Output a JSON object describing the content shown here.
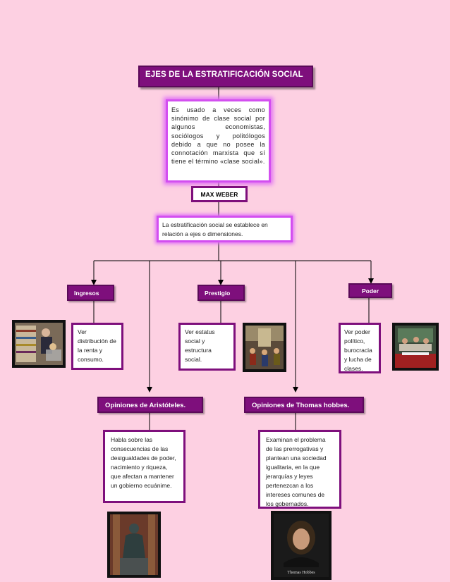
{
  "title": "EJES DE LA ESTRATIFICACIÓN SOCIAL",
  "description": "Es usado a veces como sinónimo de clase social por algunos economistas, sociólogos y politólogos debido a que no posee la connotación marxista que sí tiene el término «clase social».",
  "author": "MAX WEBER",
  "estratificacion": "La estratificación social se establece en relación a ejes o dimensiones.",
  "ingresos": {
    "label": "Ingresos",
    "text": "Ver distribución de la renta y consumo."
  },
  "prestigio": {
    "label": "Prestigio",
    "text": "Ver estatus social y estructura social."
  },
  "poder": {
    "label": "Poder",
    "text": "Ver poder político, burocracia y lucha de clases."
  },
  "aristoteles": {
    "label": "Opiniones de Aristóteles.",
    "text": "Habla sobre las consecuencias de las desigualdades de poder, nacimiento y riqueza, que afectan a mantener un gobierno ecuánime."
  },
  "hobbes": {
    "label": "Opiniones de Thomas hobbes.",
    "text": "Examinan el problema de las prerrogativas y plantean una sociedad igualitaria, en la que jerarquías y leyes pertenezcan a los intereses comunes de los gobernados.",
    "photo_caption": "Thomas Hobbes"
  },
  "colors": {
    "background": "#fdd0e2",
    "purple": "#7e0f7c",
    "magenta_border": "#d34ff0"
  }
}
